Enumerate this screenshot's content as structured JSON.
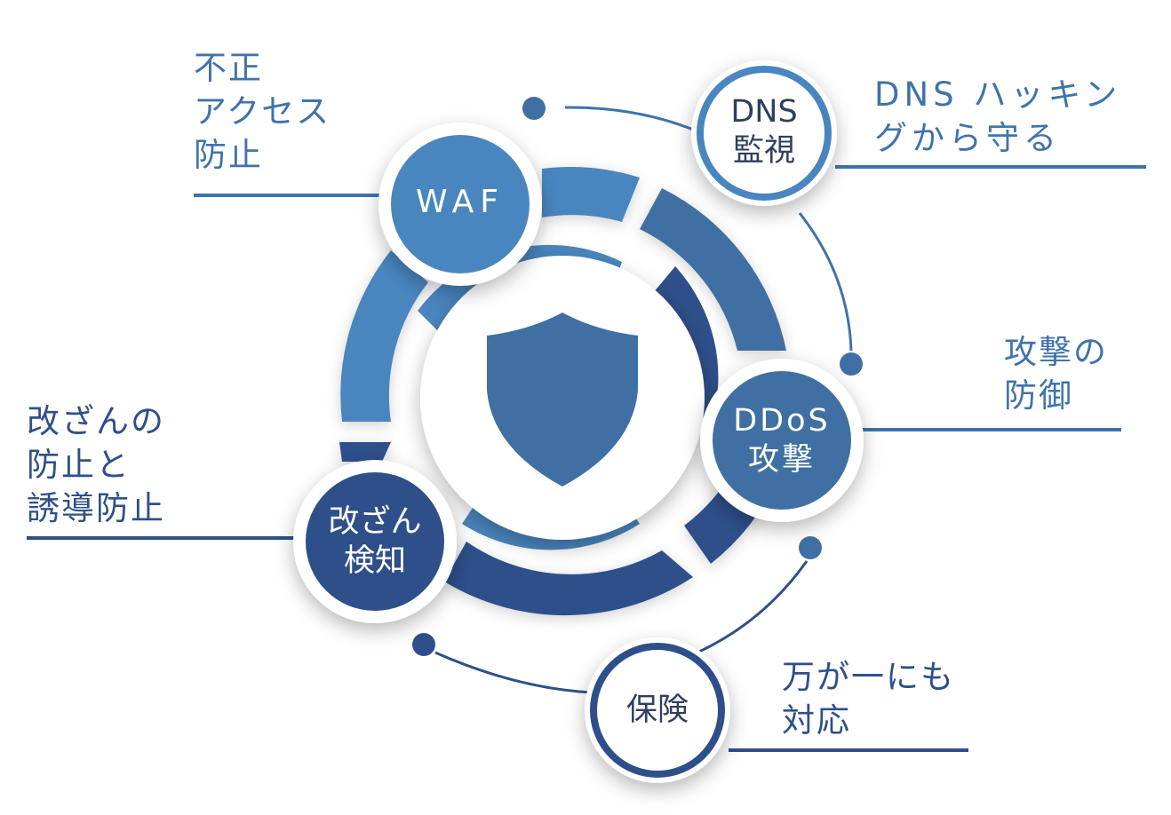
{
  "colors": {
    "label_text": "#3b5a8e",
    "light_blue": "#4a86bf",
    "mid_blue": "#3f6fa3",
    "dark_blue": "#2f4f8a",
    "line_blue": "#3f73ab",
    "white": "#ffffff"
  },
  "center": {
    "icon": "shield-icon"
  },
  "nodes": {
    "waf": {
      "label": "WAF"
    },
    "dns": {
      "line1": "DNS",
      "line2": "監視"
    },
    "ddos": {
      "line1": "DDoS",
      "line2": "攻撃"
    },
    "tamper": {
      "line1": "改ざん",
      "line2": "検知"
    },
    "insurance": {
      "label": "保険"
    }
  },
  "labels": {
    "waf": {
      "line1": "不正",
      "line2": "アクセス",
      "line3": "防止"
    },
    "dns": {
      "line1": "DNS ハッキン",
      "line2": "グから守る"
    },
    "ddos": {
      "line1": "攻撃の",
      "line2": "防御"
    },
    "tamper": {
      "line1": "改ざんの",
      "line2": "防止と",
      "line3": "誘導防止"
    },
    "insurance": {
      "line1": "万が一にも",
      "line2": "対応"
    }
  }
}
